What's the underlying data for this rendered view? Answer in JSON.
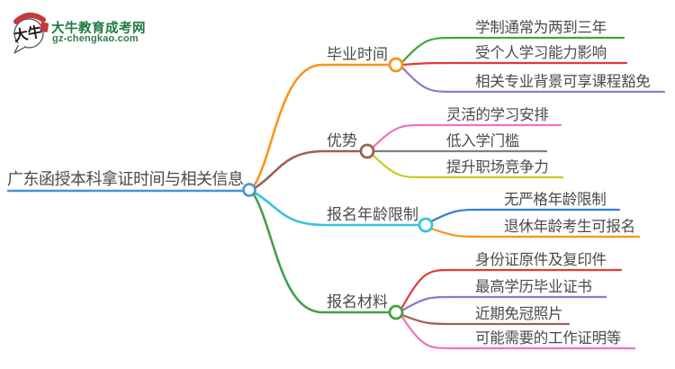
{
  "site_logo": {
    "title": "大牛教育成考网",
    "subtitle": "gz-chengkao.com",
    "bubble_text": "大牛",
    "brand_green": "#1e7b3c",
    "seal_red": "#c5393c"
  },
  "mindmap": {
    "text_color": "#4a4a4a",
    "root": {
      "label": "广东函授本科拿证时间与相关信息",
      "color": "#4a90d2"
    },
    "branches": [
      {
        "label": "毕业时间",
        "color": "#f7941d",
        "children": [
          {
            "label": "学制通常为两到三年",
            "color": "#3ba93b"
          },
          {
            "label": "受个人学习能力影响",
            "color": "#e53935"
          },
          {
            "label": "相关专业背景可享课程豁免",
            "color": "#9575cd"
          }
        ]
      },
      {
        "label": "优势",
        "color": "#9f6053",
        "children": [
          {
            "label": "灵活的学习安排",
            "color": "#f272bc"
          },
          {
            "label": "低入学门槛",
            "color": "#7f7f7f"
          },
          {
            "label": "提升职场竞争力",
            "color": "#c9cc20"
          }
        ]
      },
      {
        "label": "报名年龄限制",
        "color": "#35c4e0",
        "children": [
          {
            "label": "无严格年龄限制",
            "color": "#337fd6"
          },
          {
            "label": "退休年龄考生可报名",
            "color": "#f7941d"
          }
        ]
      },
      {
        "label": "报名材料",
        "color": "#43a047",
        "children": [
          {
            "label": "身份证原件及复印件",
            "color": "#e53935"
          },
          {
            "label": "最高学历毕业证书",
            "color": "#9575cd"
          },
          {
            "label": "近期免冠照片",
            "color": "#9f6053"
          },
          {
            "label": "可能需要的工作证明等",
            "color": "#f272bc"
          }
        ]
      }
    ]
  }
}
